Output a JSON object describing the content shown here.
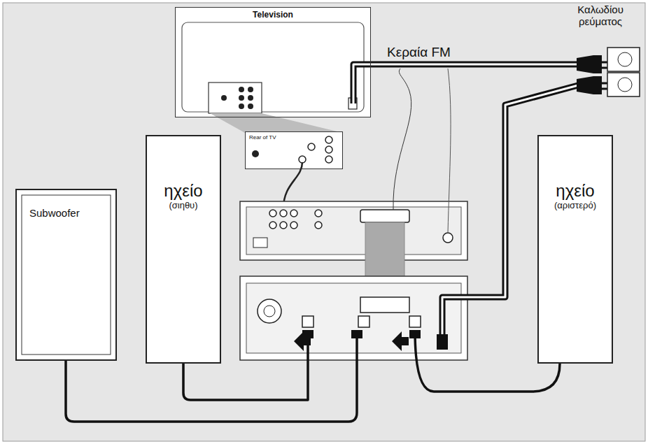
{
  "diagram": {
    "nodes": [
      {
        "text": [
          "Television"
        ]
      },
      {
        "text": [
          "Rear of TV"
        ]
      },
      {
        "text": [
          "Subwoofer"
        ]
      },
      {
        "text": [
          "ηχείο",
          "(σιηθυ)"
        ]
      },
      {
        "text": [
          "ηχείο",
          "(αριστερό)"
        ]
      }
    ],
    "labels": [
      "Καλωδίου ρεύματος",
      "Κεραία FM"
    ]
  }
}
